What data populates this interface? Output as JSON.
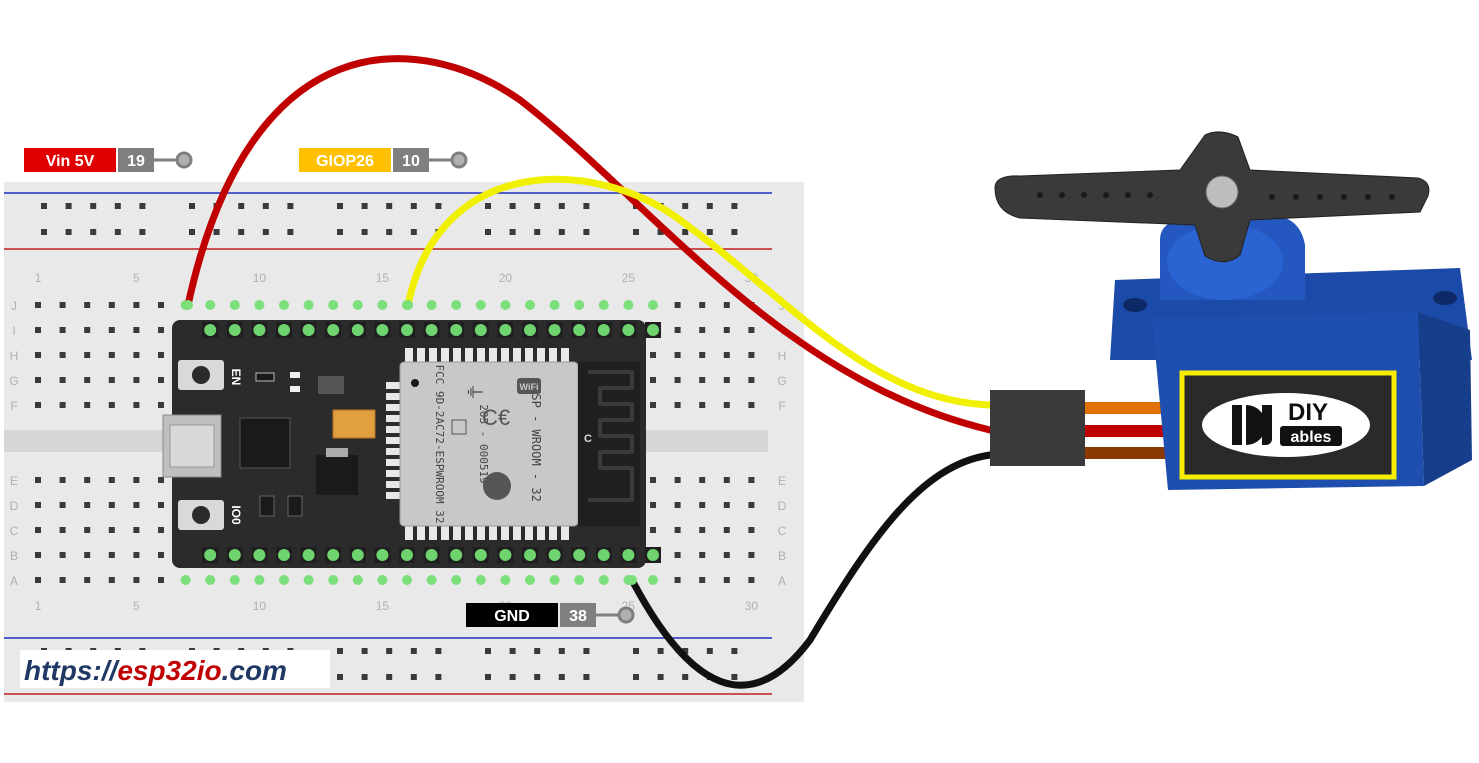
{
  "labels": {
    "vin": {
      "name": "Vin 5V",
      "pin": "19",
      "color": "#e00000"
    },
    "gpio": {
      "name": "GIOP26",
      "pin": "10",
      "color": "#ffc000"
    },
    "gnd": {
      "name": "GND",
      "pin": "38",
      "color": "#000000"
    }
  },
  "breadboard": {
    "rows_top": [
      "J",
      "I",
      "H",
      "G",
      "F"
    ],
    "rows_bottom": [
      "E",
      "D",
      "C",
      "B",
      "A"
    ],
    "col_numbers": [
      "1",
      "5",
      "10",
      "15",
      "20",
      "25",
      "30"
    ]
  },
  "esp32": {
    "button_en": "EN",
    "button_io0": "IO0",
    "module_name": "ESP - WROOM - 32",
    "module_fcc": "FCC 9D-2AC72-ESPWROOM 32",
    "module_id": "205 - 000519",
    "wifi": "WiFi",
    "c_mark": "C"
  },
  "servo": {
    "brand_top": "DIY",
    "brand_bottom": "ables"
  },
  "footer": {
    "url_prefix": "https://",
    "url_name": "esp32io",
    "url_suffix": ".com"
  },
  "colors": {
    "wire_red": "#c00000",
    "wire_yellow": "#ffff00",
    "wire_black": "#111111",
    "servo_blue": "#1e4fae",
    "servo_orange": "#e07000",
    "breadboard": "#e8e8e8",
    "board": "#2b2b2b"
  }
}
